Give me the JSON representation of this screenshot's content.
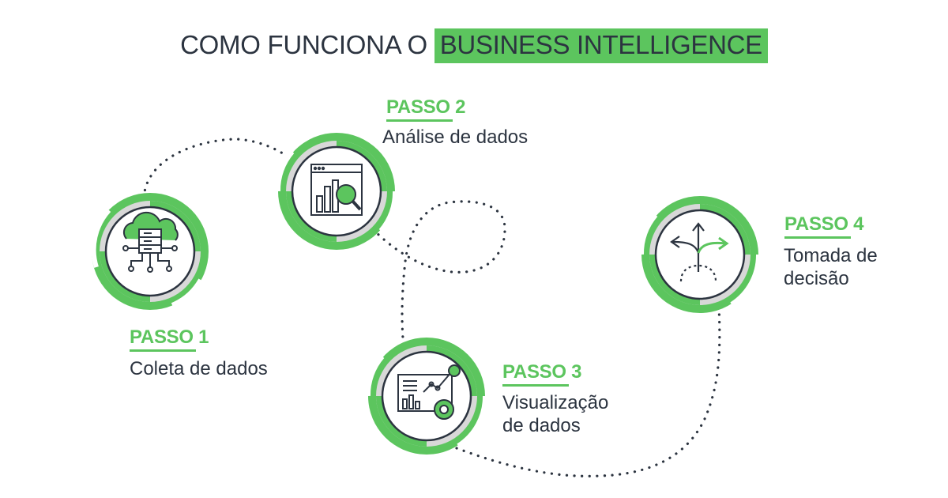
{
  "title": {
    "prefix": "COMO FUNCIONA O",
    "highlight": "BUSINESS INTELLIGENCE"
  },
  "steps": [
    {
      "label": "PASSO 1",
      "description": "Coleta de dados",
      "icon": "cloud-server-icon"
    },
    {
      "label": "PASSO 2",
      "description": "Análise de dados",
      "icon": "data-analysis-icon"
    },
    {
      "label": "PASSO 3",
      "description_line1": "Visualização",
      "description_line2": "de dados",
      "icon": "dashboard-chart-icon"
    },
    {
      "label": "PASSO 4",
      "description_line1": "Tomada de",
      "description_line2": "decisão",
      "icon": "decision-arrows-icon"
    }
  ],
  "colors": {
    "accent": "#5cc55e",
    "text": "#2c3440",
    "ring_gray": "#d8d8d8",
    "dots": "#2c3440"
  }
}
